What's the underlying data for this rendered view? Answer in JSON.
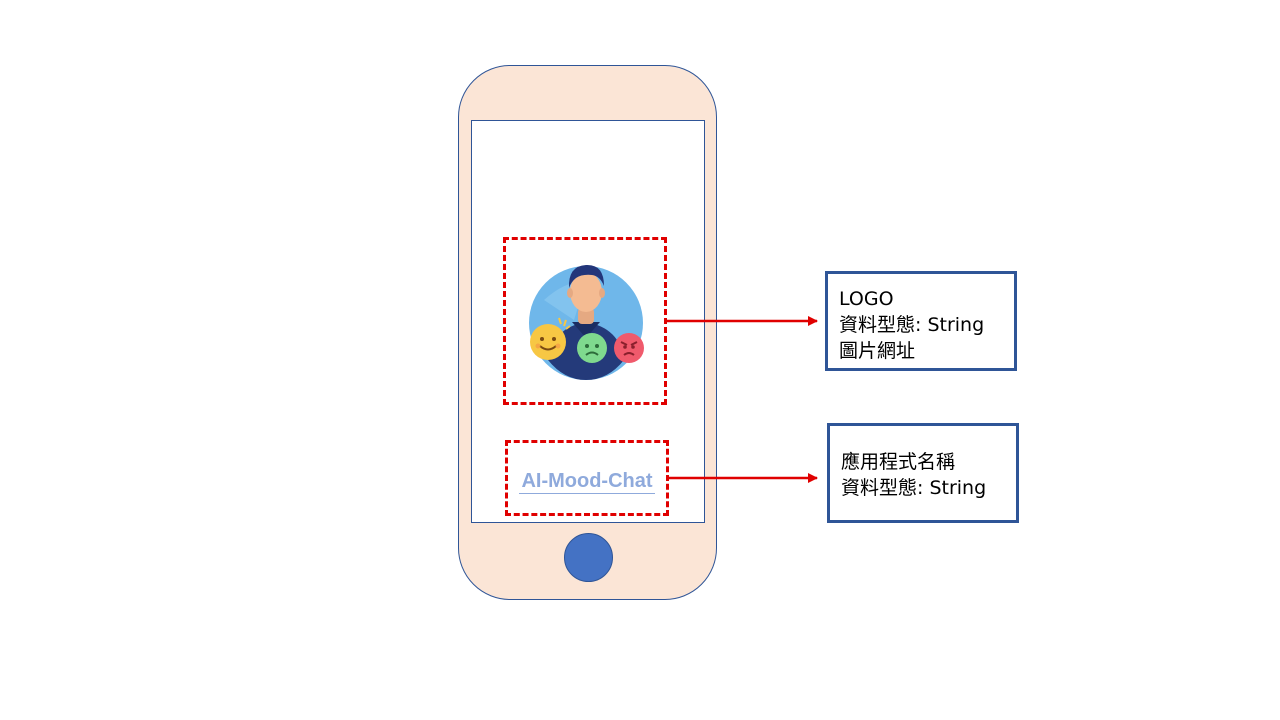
{
  "phone": {
    "body_color": "#fbe5d6",
    "outline_color": "#2f5597",
    "home_button_color": "#4472c4"
  },
  "logo": {
    "icon": "person-with-emotion-faces-icon"
  },
  "app_name": "AI-Mood-Chat",
  "highlight_color": "#e00000",
  "callouts": {
    "logo": {
      "title": "LOGO",
      "type_line": "資料型態: String",
      "description": "圖片網址"
    },
    "app_name": {
      "title": "應用程式名稱",
      "type_line": "資料型態: String"
    }
  }
}
